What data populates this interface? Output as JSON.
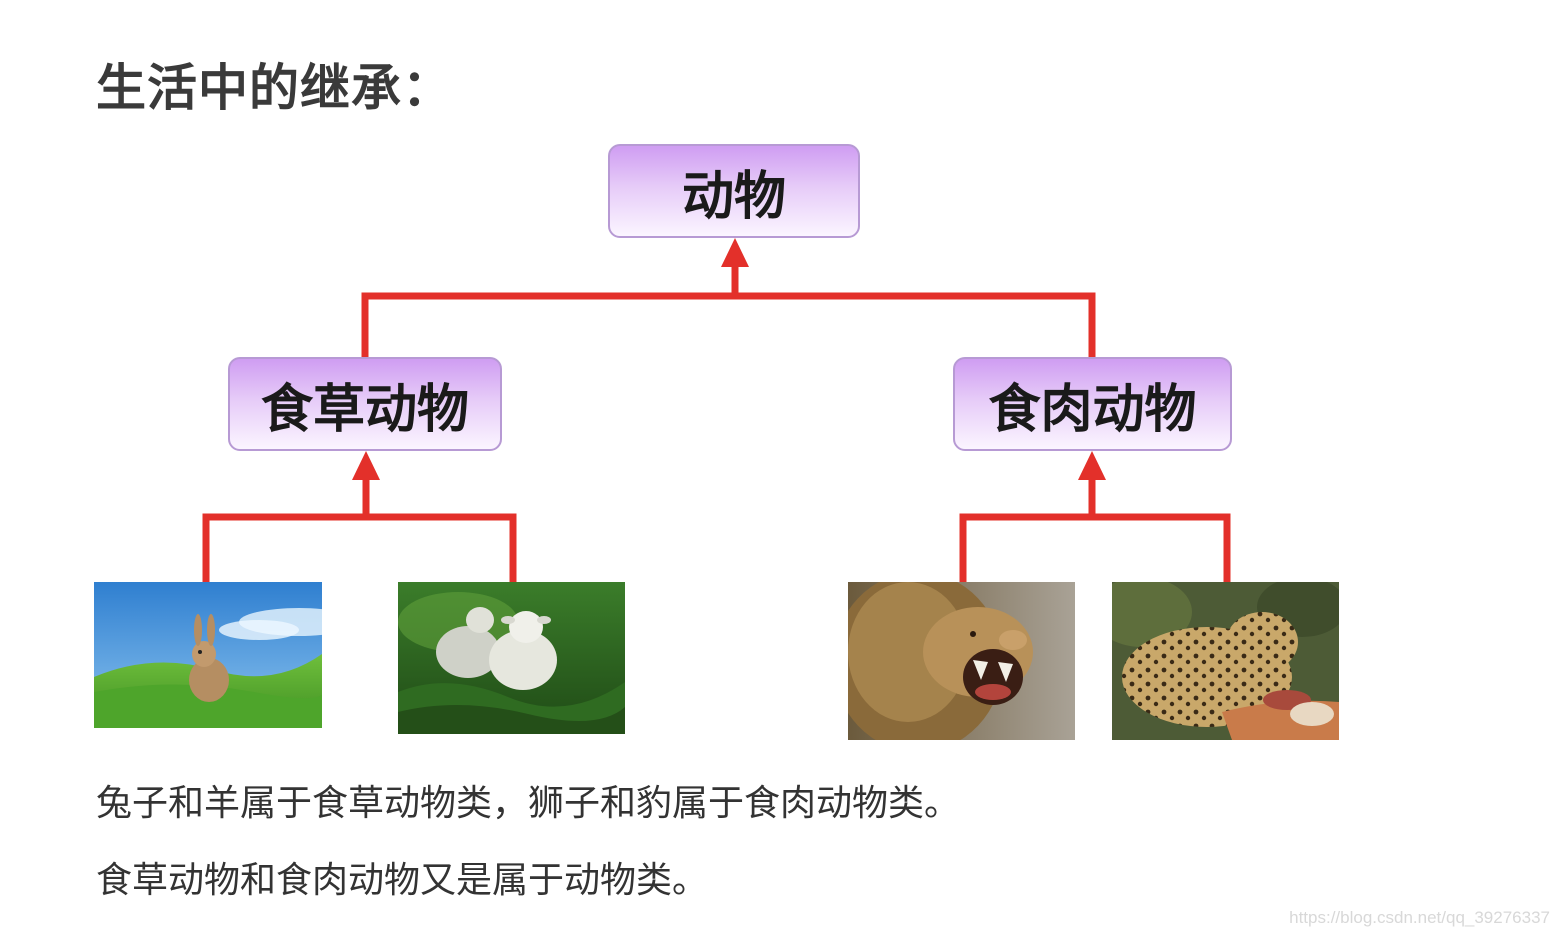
{
  "title": "生活中的继承：",
  "nodes": {
    "root": "动物",
    "herbivore": "食草动物",
    "carnivore": "食肉动物"
  },
  "captions": [
    "兔子和羊属于食草动物类，狮子和豹属于食肉动物类。",
    "食草动物和食肉动物又是属于动物类。"
  ],
  "watermark": "https://blog.csdn.net/qq_39276337",
  "colors": {
    "connector": "#e3302a",
    "node_border": "#b79ad4",
    "node_top": "#cf9df2",
    "node_bottom": "#fbf5ff"
  }
}
